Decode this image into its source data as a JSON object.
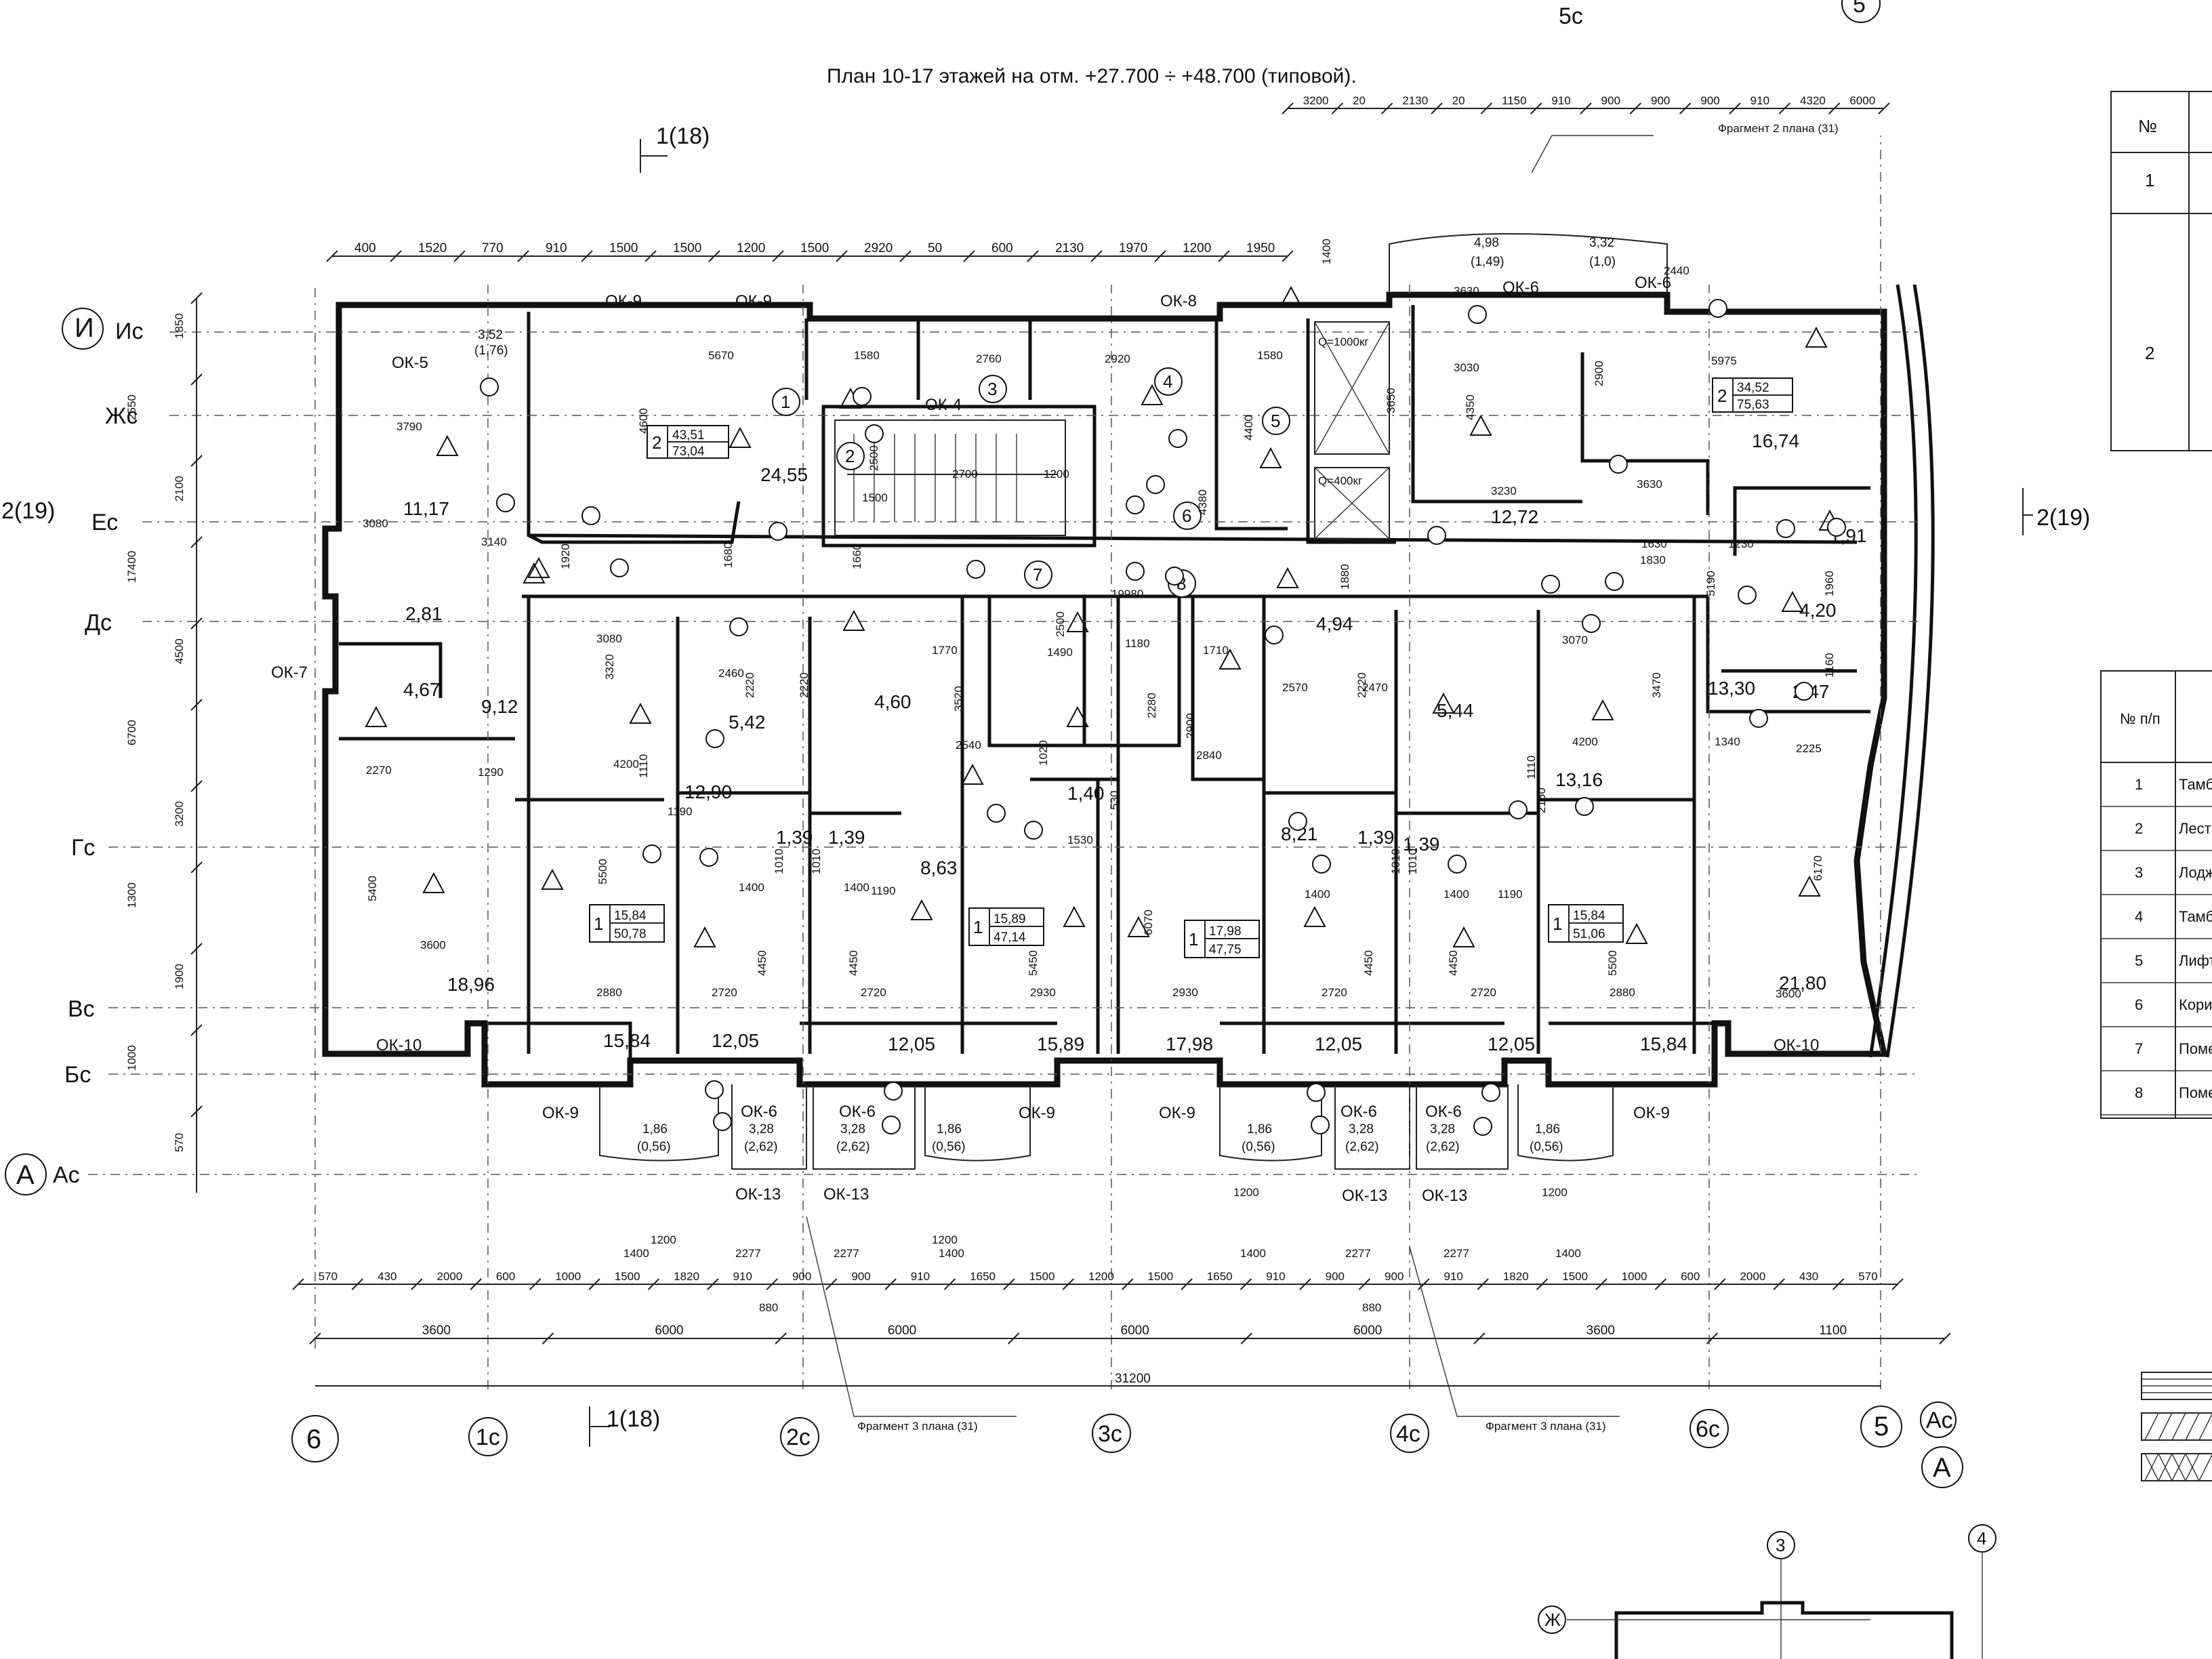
{
  "title": "План 10-17 этажей на отм. +27.700 ÷ +48.700 (типовой).",
  "section_marks": [
    {
      "id": "sec-top-left",
      "label": "1(18)"
    },
    {
      "id": "sec-bottom",
      "label": "1(18)"
    },
    {
      "id": "sec-left",
      "label": "2(19)"
    },
    {
      "id": "sec-right",
      "label": "2(19)"
    }
  ],
  "fragment_labels": [
    {
      "id": "frag-2",
      "label": "Фрагмент 2 плана (31)"
    },
    {
      "id": "frag-3a",
      "label": "Фрагмент 3 плана (31)"
    },
    {
      "id": "frag-3b",
      "label": "Фрагмент 3 плана (31)"
    }
  ],
  "axes": {
    "rows": [
      "Ис",
      "Жс",
      "Ес",
      "Дс",
      "Гс",
      "Вс",
      "Бс",
      "Ас"
    ],
    "row_circles": [
      "И",
      "A"
    ],
    "columns": [
      "6",
      "1с",
      "2с",
      "3с",
      "4с",
      "6с",
      "5"
    ],
    "top_right": [
      "5с",
      "5"
    ],
    "bottom_right": [
      "Ас",
      "A"
    ]
  },
  "windows": [
    "ОК-5",
    "ОК-9",
    "ОК-9",
    "ОК-4",
    "ОК-8",
    "ОК-6",
    "ОК-6",
    "ОК-7",
    "ОК-10",
    "ОК-10",
    "ОК-9",
    "ОК-6",
    "ОК-6",
    "ОК-9",
    "ОК-9",
    "ОК-6",
    "ОК-6",
    "ОК-9",
    "ОК-13",
    "ОК-13",
    "ОК-13",
    "ОК-13"
  ],
  "lift_labels": [
    "Q=1000кг",
    "Q=400кг"
  ],
  "apartments": [
    {
      "id": "apt-nw",
      "rooms": "2",
      "living": "43,51",
      "total": "73,04"
    },
    {
      "id": "apt-ne",
      "rooms": "2",
      "living": "34,52",
      "total": "75,63"
    },
    {
      "id": "apt-s1",
      "rooms": "1",
      "living": "15,84",
      "total": "50,78"
    },
    {
      "id": "apt-s2",
      "rooms": "1",
      "living": "15,89",
      "total": "47,14"
    },
    {
      "id": "apt-s3",
      "rooms": "1",
      "living": "17,98",
      "total": "47,75"
    },
    {
      "id": "apt-s4",
      "rooms": "1",
      "living": "15,84",
      "total": "51,06"
    }
  ],
  "room_areas": [
    "24,55",
    "16,74",
    "11,17",
    "2,81",
    "4,67",
    "9,12",
    "18,96",
    "5,42",
    "4,60",
    "12,90",
    "1,39",
    "1,39",
    "8,63",
    "1,40",
    "8,21",
    "1,39",
    "1,39",
    "4,94",
    "5,44",
    "13,16",
    "13,30",
    "2,47",
    "4,20",
    "1,91",
    "12,72",
    "21,80",
    "15,84",
    "12,05",
    "12,05",
    "15,89",
    "17,98",
    "12,05",
    "12,05",
    "15,84"
  ],
  "balconies": [
    {
      "id": "b1",
      "area": "3,52",
      "sub": "(1,76)"
    },
    {
      "id": "b2",
      "area": "4,98",
      "sub": "(1,49)"
    },
    {
      "id": "b3",
      "area": "3,32",
      "sub": "(1,0)"
    },
    {
      "id": "b4",
      "area": "1,86",
      "sub": "(0,56)"
    },
    {
      "id": "b5",
      "area": "3,28",
      "sub": "(2,62)"
    },
    {
      "id": "b6",
      "area": "3,28",
      "sub": "(2,62)"
    },
    {
      "id": "b7",
      "area": "1,86",
      "sub": "(0,56)"
    },
    {
      "id": "b8",
      "area": "1,86",
      "sub": "(0,56)"
    },
    {
      "id": "b9",
      "area": "3,28",
      "sub": "(2,62)"
    },
    {
      "id": "b10",
      "area": "3,28",
      "sub": "(2,62)"
    },
    {
      "id": "b11",
      "area": "1,86",
      "sub": "(0,56)"
    }
  ],
  "top_dimensions_row1": [
    "400",
    "1520",
    "770",
    "910",
    "1500",
    "1500",
    "1200",
    "1500",
    "2920",
    "50",
    "600",
    "2130",
    "1970",
    "1200",
    "1950"
  ],
  "top_dimensions_row0": [
    "3200",
    "20",
    "2130",
    "20",
    "1150",
    "910",
    "900",
    "900",
    "900",
    "910",
    "4320",
    "6000"
  ],
  "bottom_dimensions_row1": [
    "570",
    "430",
    "2000",
    "600",
    "1000",
    "1500",
    "1820",
    "910",
    "900",
    "900",
    "910",
    "1650",
    "1500",
    "1200",
    "1500",
    "1650",
    "910",
    "900",
    "900",
    "910",
    "1820",
    "1500",
    "1000",
    "600",
    "2000",
    "430",
    "570"
  ],
  "bottom_dimensions_row2": [
    "3600",
    "6000",
    "6000",
    "6000",
    "6000",
    "3600",
    "1100"
  ],
  "bottom_total": "31200",
  "left_dimensions": [
    "1850",
    "2550",
    "2100",
    "17400",
    "4500",
    "6700",
    "3200",
    "1300",
    "1900",
    "1000",
    "570"
  ],
  "interior_dims": [
    "5670",
    "4600",
    "1580",
    "2760",
    "2920",
    "1580",
    "3630",
    "3030",
    "5975",
    "3790",
    "3080",
    "3140",
    "1920",
    "1680",
    "1660",
    "19980",
    "3080",
    "3320",
    "4200",
    "1110",
    "1190",
    "2460",
    "2220",
    "2220",
    "1770",
    "3520",
    "2540",
    "1490",
    "2500",
    "1180",
    "2280",
    "1710",
    "2840",
    "2900",
    "2570",
    "2220",
    "2470",
    "3070",
    "3470",
    "4200",
    "1110",
    "1630",
    "1830",
    "5190",
    "1230",
    "1960",
    "1160",
    "1340",
    "2225",
    "2270",
    "1290",
    "5400",
    "3600",
    "5500",
    "2880",
    "2720",
    "4450",
    "4450",
    "2720",
    "5450",
    "2930",
    "6070",
    "530",
    "2930",
    "2720",
    "4450",
    "4450",
    "2720",
    "5500",
    "2880",
    "6170",
    "3600",
    "1400",
    "1400",
    "1190",
    "1010",
    "1010",
    "1530",
    "1020",
    "1400",
    "1400",
    "1190",
    "1010",
    "1010",
    "2160",
    "1200",
    "1400",
    "2277",
    "2277",
    "1200",
    "1400",
    "1200",
    "1400",
    "2277",
    "2277",
    "1400",
    "1200",
    "880",
    "880",
    "2700",
    "1200",
    "2500",
    "1500",
    "4400",
    "4380",
    "3650",
    "4350",
    "3230",
    "3630",
    "2900",
    "1880",
    "2440",
    "1400"
  ],
  "marks_circle": [
    "1",
    "2",
    "3",
    "4",
    "5",
    "6",
    "7",
    "8"
  ],
  "legend_table": {
    "header": [
      "№"
    ],
    "rows": [
      "1",
      "2"
    ]
  },
  "room_table": {
    "header": "№ п/п",
    "rows": [
      {
        "n": "1",
        "name": "Тамбур"
      },
      {
        "n": "2",
        "name": "Лестни"
      },
      {
        "n": "3",
        "name": "Лоджия"
      },
      {
        "n": "4",
        "name": "Тамбур"
      },
      {
        "n": "5",
        "name": "Лифто"
      },
      {
        "n": "6",
        "name": "Коридо"
      },
      {
        "n": "7",
        "name": "Поме"
      },
      {
        "n": "8",
        "name": "Поме"
      }
    ]
  },
  "key_plan": {
    "axes": [
      "3",
      "4",
      "Ж"
    ]
  }
}
